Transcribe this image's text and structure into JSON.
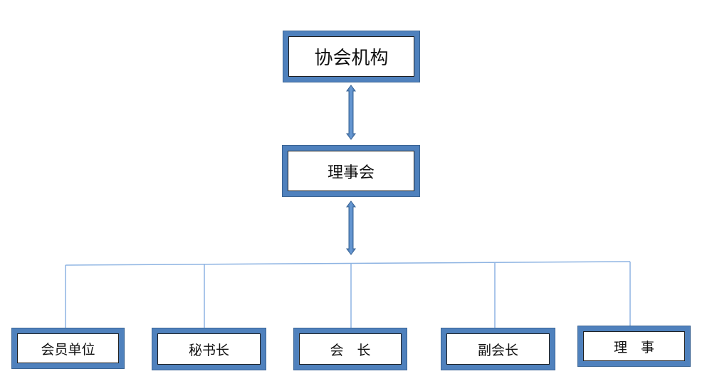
{
  "top": {
    "label": "协会机构"
  },
  "council": {
    "label": "理事会"
  },
  "members": [
    {
      "label": "会员单位"
    },
    {
      "label": "秘书长"
    },
    {
      "label": "会　长"
    },
    {
      "label": "副会长"
    },
    {
      "label": "理　事"
    }
  ],
  "colors": {
    "box_border": "#4f81bd",
    "connector_line": "#8db3e2",
    "arrow_fill": "#4f81bd"
  }
}
